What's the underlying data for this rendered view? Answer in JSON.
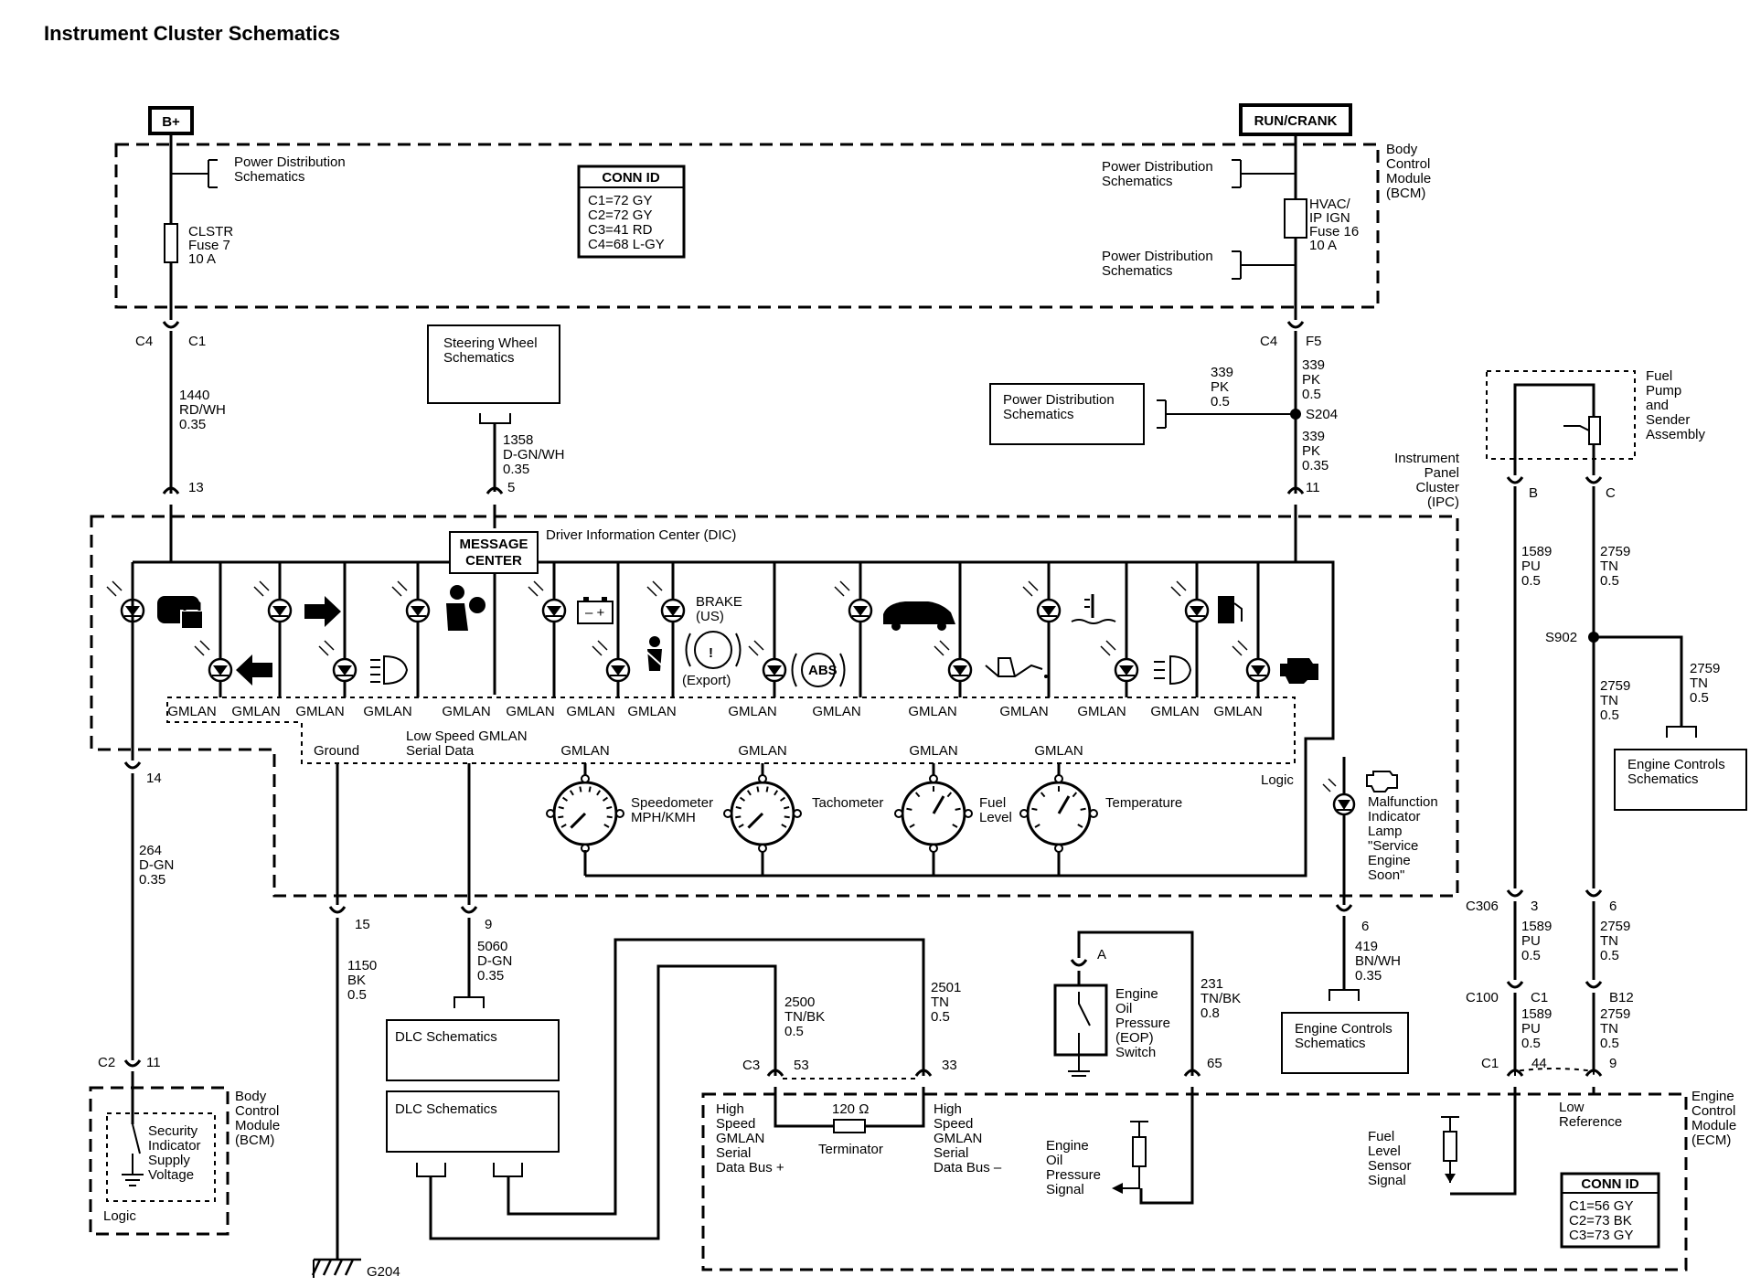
{
  "title": "Instrument Cluster Schematics",
  "sources": {
    "bplus": "B+",
    "runcrank": "RUN/CRANK"
  },
  "bcm_top": {
    "label": [
      "Body",
      "Control",
      "Module",
      "(BCM)"
    ],
    "pd_left": [
      "Power Distribution",
      "Schematics"
    ],
    "pd_right1": [
      "Power Distribution",
      "Schematics"
    ],
    "pd_right2": [
      "Power Distribution",
      "Schematics"
    ],
    "fuse_left": [
      "CLSTR",
      "Fuse 7",
      "10 A"
    ],
    "fuse_right": [
      "HVAC/",
      "IP IGN",
      "Fuse 16",
      "10 A"
    ],
    "conn_id": {
      "title": "CONN ID",
      "lines": [
        "C1=72 GY",
        "C2=72 GY",
        "C3=41 RD",
        "C4=68 L-GY"
      ]
    }
  },
  "connectors": {
    "c4_left": "C4",
    "c1_left": "C1",
    "c4_right": "C4",
    "f5": "F5",
    "pin13": "13",
    "pin5": "5",
    "pin11": "11",
    "pin14": "14",
    "pin15": "15",
    "pin9": "9",
    "pin6": "6",
    "c2": "C2",
    "pin11b": "11",
    "c3": "C3",
    "pin53": "53",
    "pin33": "33",
    "pinA": "A",
    "pin65": "65",
    "c306": "C306",
    "c306_3": "3",
    "c306_6": "6",
    "c100": "C100",
    "c100_c1": "C1",
    "c100_b12": "B12",
    "c1_ecm": "C1",
    "pin44": "44",
    "pin9b": "9",
    "pinB": "B",
    "pinC": "C"
  },
  "wires": {
    "w1440": [
      "1440",
      "RD/WH",
      "0.35"
    ],
    "w1358": [
      "1358",
      "D-GN/WH",
      "0.35"
    ],
    "w339a": [
      "339",
      "PK",
      "0.5"
    ],
    "w339b": [
      "339",
      "PK",
      "0.5"
    ],
    "w339c": [
      "339",
      "PK",
      "0.35"
    ],
    "w264": [
      "264",
      "D-GN",
      "0.35"
    ],
    "w1150": [
      "1150",
      "BK",
      "0.5"
    ],
    "w5060": [
      "5060",
      "D-GN",
      "0.35"
    ],
    "w2500": [
      "2500",
      "TN/BK",
      "0.5"
    ],
    "w2501": [
      "2501",
      "TN",
      "0.5"
    ],
    "w231": [
      "231",
      "TN/BK",
      "0.8"
    ],
    "w419": [
      "419",
      "BN/WH",
      "0.35"
    ],
    "w1589a": [
      "1589",
      "PU",
      "0.5"
    ],
    "w2759a": [
      "2759",
      "TN",
      "0.5"
    ],
    "w2759b": [
      "2759",
      "TN",
      "0.5"
    ],
    "w2759c": [
      "2759",
      "TN",
      "0.5"
    ],
    "w1589b": [
      "1589",
      "PU",
      "0.5"
    ],
    "w2759d": [
      "2759",
      "TN",
      "0.5"
    ],
    "w1589c": [
      "1589",
      "PU",
      "0.5"
    ],
    "w2759e": [
      "2759",
      "TN",
      "0.5"
    ]
  },
  "splices": {
    "s204": "S204",
    "s902": "S902"
  },
  "boxes": {
    "steering": [
      "Steering Wheel",
      "Schematics"
    ],
    "pd_mid": [
      "Power Distribution",
      "Schematics"
    ],
    "engine1": [
      "Engine Controls",
      "Schematics"
    ],
    "engine2": [
      "Engine Controls",
      "Schematics"
    ],
    "dlc1": "DLC Schematics",
    "dlc2": "DLC Schematics"
  },
  "fuel_pump": [
    "Fuel",
    "Pump",
    "and",
    "Sender",
    "Assembly"
  ],
  "ipc": {
    "label": [
      "Instrument",
      "Panel",
      "Cluster",
      "(IPC)"
    ],
    "message_center": [
      "MESSAGE",
      "CENTER"
    ],
    "dic": "Driver Information Center (DIC)",
    "brake": [
      "BRAKE",
      "(US)"
    ],
    "export": "(Export)",
    "abs": "ABS",
    "gmlan": [
      "GMLAN",
      "GMLAN",
      "GMLAN",
      "GMLAN",
      "GMLAN",
      "GMLAN",
      "GMLAN",
      "GMLAN",
      "GMLAN",
      "GMLAN",
      "GMLAN",
      "GMLAN",
      "GMLAN",
      "GMLAN",
      "GMLAN"
    ],
    "gmlan_gauges": [
      "GMLAN",
      "GMLAN",
      "GMLAN",
      "GMLAN"
    ],
    "ground": "Ground",
    "low_speed": [
      "Low Speed GMLAN",
      "Serial Data"
    ],
    "logic": "Logic",
    "speedometer": [
      "Speedometer",
      "MPH/KMH"
    ],
    "tachometer": "Tachometer",
    "fuel_level": [
      "Fuel",
      "Level"
    ],
    "temperature": "Temperature",
    "mil": [
      "Malfunction",
      "Indicator",
      "Lamp",
      "\"Service",
      "Engine",
      "Soon\""
    ]
  },
  "bcm_bottom": {
    "label": [
      "Body",
      "Control",
      "Module",
      "(BCM)"
    ],
    "security": [
      "Security",
      "Indicator",
      "Supply",
      "Voltage"
    ],
    "logic": "Logic"
  },
  "ground_id": "G204",
  "ecm": {
    "label": [
      "Engine",
      "Control",
      "Module",
      "(ECM)"
    ],
    "hs_plus": [
      "High",
      "Speed",
      "GMLAN",
      "Serial",
      "Data Bus +"
    ],
    "hs_minus": [
      "High",
      "Speed",
      "GMLAN",
      "Serial",
      "Data Bus –"
    ],
    "terminator_value": "120 Ω",
    "terminator": "Terminator",
    "eop_signal": [
      "Engine",
      "Oil",
      "Pressure",
      "Signal"
    ],
    "fuel_signal": [
      "Fuel",
      "Level",
      "Sensor",
      "Signal"
    ],
    "low_ref": [
      "Low",
      "Reference"
    ],
    "conn_id": {
      "title": "CONN ID",
      "lines": [
        "C1=56 GY",
        "C2=73 BK",
        "C3=73 GY"
      ]
    }
  },
  "eop_switch": [
    "Engine",
    "Oil",
    "Pressure",
    "(EOP)",
    "Switch"
  ]
}
